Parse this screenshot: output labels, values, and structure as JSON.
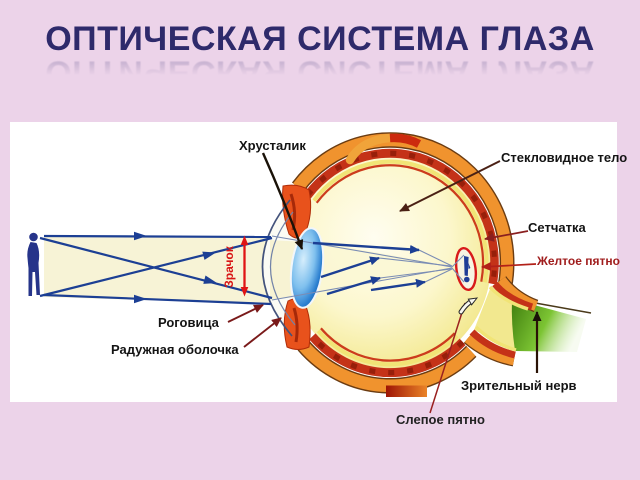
{
  "slide": {
    "title": "ОПТИЧЕСКАЯ СИСТЕМА ГЛАЗА",
    "background_color": "#ecd3e9",
    "title_color": "#2e2a6b"
  },
  "diagram": {
    "description": "Cross-section of the human eye with light rays from a standing person focusing through the lens onto the retina as an inverted image",
    "labels": {
      "lens": "Хрусталик",
      "vitreous_body": "Стекловидное тело",
      "retina": "Сетчатка",
      "yellow_spot": "Желтое пятно",
      "pupil": "Зрачок",
      "cornea": "Роговица",
      "iris": "Радужная оболочка",
      "optic_nerve": "Зрительный нерв",
      "blind_spot": "Слепое пятно"
    },
    "colors": {
      "label_text": "#141414",
      "yellow_spot_label": "#a01d1d",
      "pupil_label": "#d81414",
      "light_ray": "#1c3f94",
      "sclera_orange": "#f0932e",
      "choroid_red": "#c43218",
      "vitreous_yellow": "#f4ea96",
      "lens_blue": "#2b7fd0",
      "optic_nerve_green": "#6aa824",
      "leader_dark_brown": "#4a2014",
      "leader_maroon": "#7a1a1a",
      "leader_red": "#b22018"
    }
  }
}
